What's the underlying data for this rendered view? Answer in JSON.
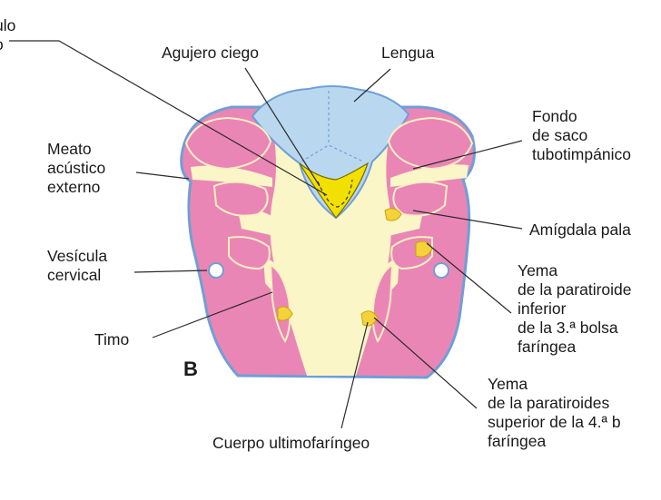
{
  "panel_letter": "B",
  "labels": {
    "top_left_cut": [
      "ulo",
      "o"
    ],
    "agujero_ciego": "Agujero ciego",
    "lengua": "Lengua",
    "fondo_de_saco": [
      "Fondo",
      "de saco",
      "tubotimpánico"
    ],
    "meato": [
      "Meato",
      "acústico",
      "externo"
    ],
    "amigdala": "Amígdala pala",
    "vesicula": [
      "Vesícula",
      "cervical"
    ],
    "yema_inferior": [
      "Yema",
      "de la paratiroide",
      "inferior",
      "de la 3.ª bolsa",
      "faríngea"
    ],
    "timo": "Timo",
    "yema_superior": [
      "Yema",
      "de la paratiroides",
      "superior de la 4.ª b",
      "faríngea"
    ],
    "cuerpo_ultimofaringeo": "Cuerpo ultimofaríngeo"
  },
  "colors": {
    "arch_pink": "#ea86b5",
    "pharynx_cream": "#fbf6c8",
    "tongue_blue": "#b9d8ef",
    "outline_blue": "#6f9fd6",
    "thyroid_yellow": "#f2e000",
    "leader_line": "#2a2a2a"
  }
}
